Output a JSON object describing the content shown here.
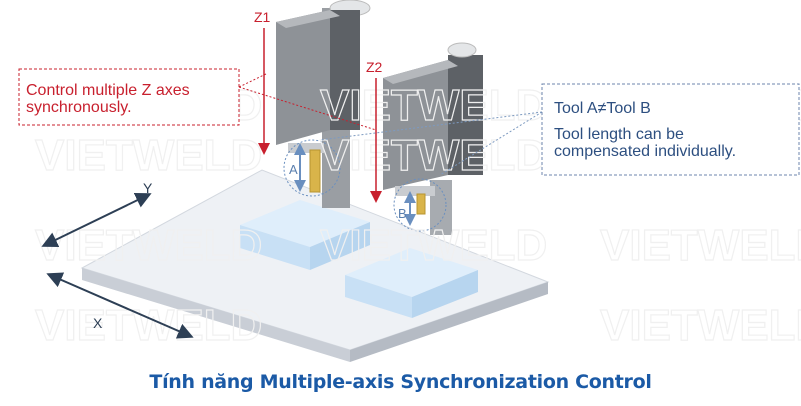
{
  "watermark": "VIETWELD",
  "axes": {
    "z1": "Z1",
    "z2": "Z2",
    "x": "X",
    "y": "Y",
    "tool_a": "A",
    "tool_b": "B"
  },
  "callout_left": {
    "line1": "Control multiple Z axes",
    "line2": "synchronously."
  },
  "callout_right": {
    "title": "Tool A≠Tool B",
    "line1": "Tool length can be",
    "line2": "compensated individually."
  },
  "caption": "Tính  năng Multiple-axis Synchronization Control",
  "colors": {
    "red": "#c8202e",
    "blue_text": "#2d4f80",
    "caption": "#1b5aa6",
    "arrow": "#2d3f55"
  }
}
